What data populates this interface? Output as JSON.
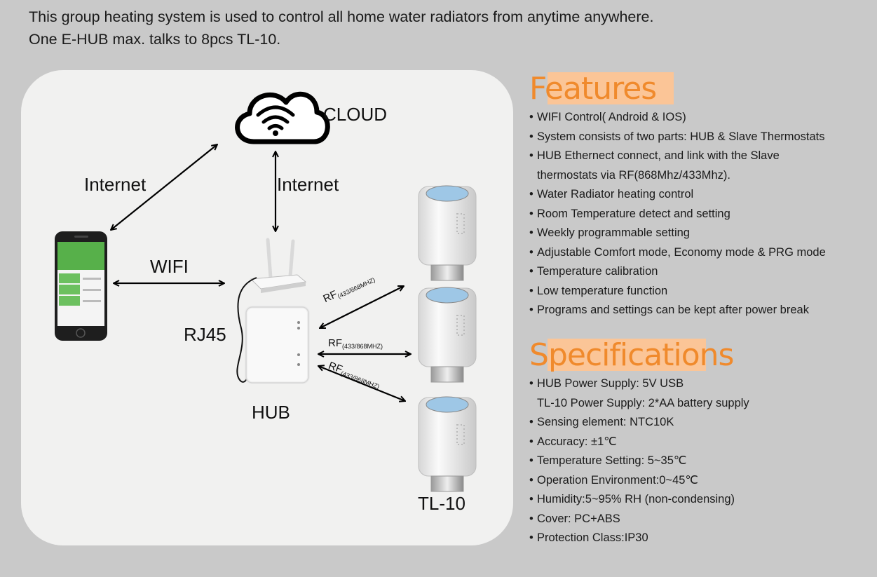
{
  "intro": {
    "line1": "This group heating system is used to control all home water radiators from anytime anywhere.",
    "line2": "One E-HUB max. talks to 8pcs TL-10."
  },
  "diagram": {
    "cloud_label": "CLOUD",
    "internet_left": "Internet",
    "internet_center": "Internet",
    "wifi_label": "WIFI",
    "rj45_label": "RJ45",
    "hub_label": "HUB",
    "tl10_label": "TL-10",
    "rf_main": "RF",
    "rf_sub": "(433/868MHZ)"
  },
  "features": {
    "title_first": "F",
    "title_rest": "eatures",
    "bullet": "•",
    "items": [
      "WIFI Control( Android & IOS)",
      "System consists of two parts: HUB & Slave Thermostats",
      "HUB Ethernect connect, and link with the Slave",
      "thermostats via RF(868Mhz/433Mhz).",
      "Water Radiator heating control",
      "Room Temperature detect and setting",
      "Weekly programmable setting",
      "Adjustable Comfort mode, Economy mode & PRG mode",
      "Temperature calibration",
      "Low temperature function",
      "Programs and settings can be kept after power break"
    ]
  },
  "specifications": {
    "title_first": "S",
    "title_rest": "pecifications",
    "bullet": "•",
    "items": [
      "HUB Power Supply: 5V  USB",
      "TL-10 Power Supply:  2*AA battery supply",
      "Sensing element: NTC10K",
      "Accuracy: ±1℃",
      "Temperature Setting: 5~35℃",
      "Operation Environment:0~45℃",
      "Humidity:5~95% RH (non-condensing)",
      "Cover: PC+ABS",
      "Protection Class:IP30"
    ]
  },
  "colors": {
    "background": "#c9c9c9",
    "panel": "#f1f1f0",
    "title_orange": "#f08a2c",
    "title_highlight": "#fbc597",
    "app_green": "#57b04a"
  }
}
